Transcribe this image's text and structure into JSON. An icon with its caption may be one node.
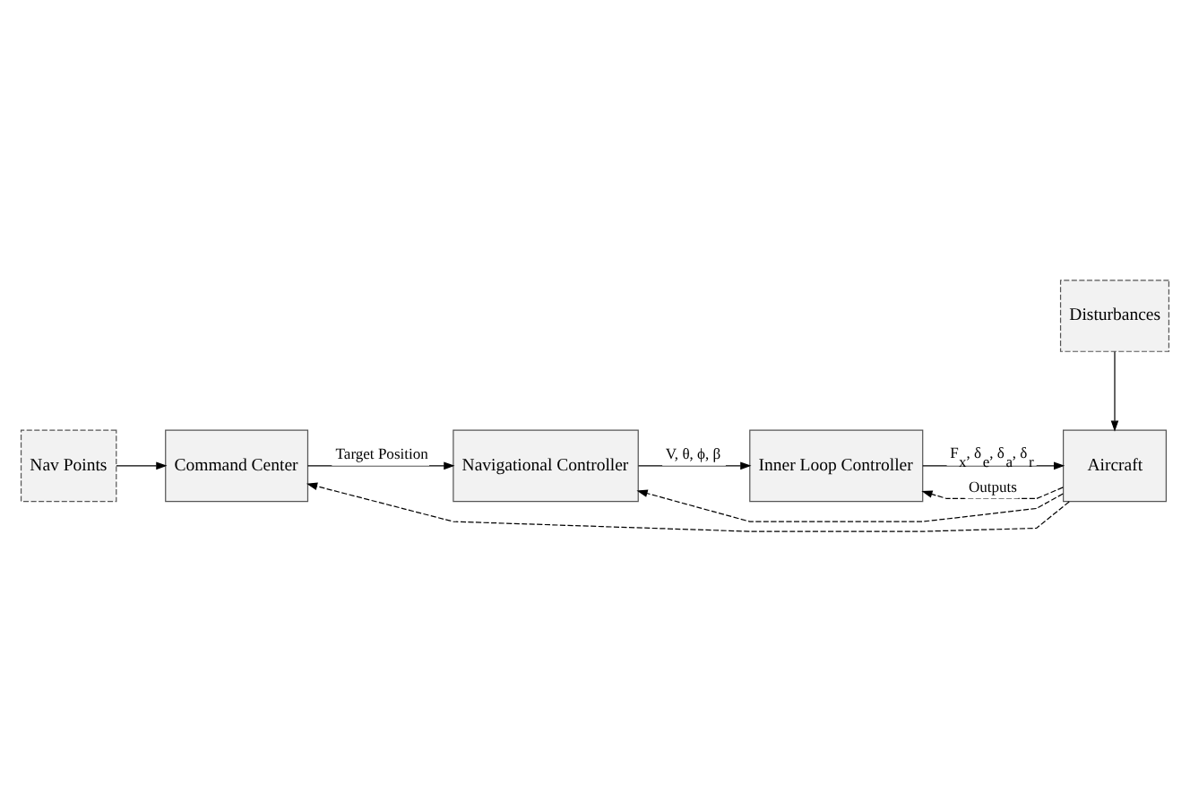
{
  "diagram": {
    "nodes": [
      {
        "text": [
          "Nav Points"
        ]
      },
      {
        "text": [
          "Command Center"
        ]
      },
      {
        "text": [
          "Navigational Controller"
        ]
      },
      {
        "text": [
          "Inner Loop Controller"
        ]
      },
      {
        "text": [
          "Disturbances"
        ]
      },
      {
        "text": [
          "Aircraft"
        ]
      }
    ],
    "edges": [
      {
        "from": 0,
        "to": 1,
        "arrow": "to"
      },
      {
        "from": 1,
        "to": 2,
        "arrow": "to",
        "label": "Target Position"
      },
      {
        "from": 2,
        "to": 3,
        "arrow": "to",
        "label": "V, θ, ϕ, β"
      },
      {
        "from": 3,
        "to": 5,
        "arrow": "to",
        "label": "F$_{x}$, δ$_{e}$, δ$_{a}$, δ$_{r}$"
      },
      {
        "from": 4,
        "to": 5,
        "arrow": "to"
      },
      {
        "from": 5,
        "to": 3,
        "arrow": "to",
        "style": "dashed",
        "label": "Outputs"
      },
      {
        "from": 5,
        "to": 2,
        "arrow": "to",
        "style": "dashed"
      },
      {
        "from": 5,
        "to": 1,
        "arrow": "to",
        "style": "dashed"
      }
    ]
  }
}
